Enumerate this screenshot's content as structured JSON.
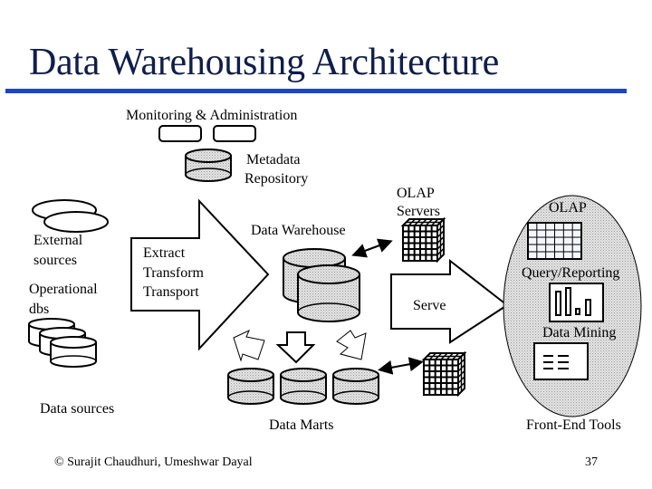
{
  "slide": {
    "title": "Data Warehousing Architecture",
    "accent_color": "#1d46c4",
    "title_color": "#0f1e4a",
    "footer_credit": "© Surajit Chaudhuri, Umeshwar Dayal",
    "page_number": "37"
  },
  "diagram": {
    "monitoring": "Monitoring & Administration",
    "metadata_line1": "Metadata",
    "metadata_line2": "Repository",
    "external_line1": "External",
    "external_line2": "sources",
    "operational_line1": "Operational",
    "operational_line2": "dbs",
    "etl_line1": "Extract",
    "etl_line2": "Transform",
    "etl_line3": "Transport",
    "data_warehouse": "Data Warehouse",
    "olap_servers_line1": "OLAP",
    "olap_servers_line2": "Servers",
    "serve": "Serve",
    "olap": "OLAP",
    "query_reporting": "Query/Reporting",
    "data_mining": "Data Mining",
    "data_sources": "Data sources",
    "data_marts": "Data Marts",
    "front_end_tools": "Front-End Tools"
  }
}
